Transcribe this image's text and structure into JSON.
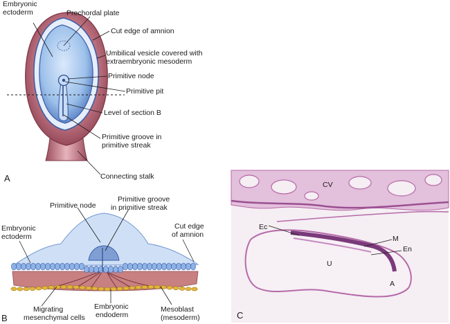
{
  "panel_a": {
    "letter": "A",
    "labels": {
      "embryonic_ectoderm": [
        "Embryonic",
        "ectoderm"
      ],
      "prechordal_plate": "Prechordal plate",
      "cut_edge_amnion": "Cut edge of amnion",
      "umbilical_vesicle": [
        "Umbilical vesicle covered with",
        "extraembryonic mesoderm"
      ],
      "primitive_node": "Primitive node",
      "primitive_pit": "Primitive pit",
      "level_section_b": "Level of section B",
      "primitive_groove": [
        "Primitive groove in",
        "primitive streak"
      ],
      "connecting_stalk": "Connecting stalk"
    }
  },
  "panel_b": {
    "letter": "B",
    "labels": {
      "primitive_node": "Primitive node",
      "primitive_groove": [
        "Primitive groove",
        "in primitive streak"
      ],
      "embryonic_ectoderm": [
        "Embryonic",
        "ectoderm"
      ],
      "cut_edge_amnion": [
        "Cut edge",
        "of amnion"
      ],
      "migrating_cells": [
        "Migrating",
        "mesenchymal cells"
      ],
      "embryonic_endoderm": [
        "Embryonic",
        "endoderm"
      ],
      "mesoblast": [
        "Mesoblast",
        "(mesoderm)"
      ]
    }
  },
  "panel_c": {
    "letter": "C",
    "labels": {
      "cv": "CV",
      "ec": "Ec",
      "m": "M",
      "en": "En",
      "u": "U",
      "a": "A"
    }
  },
  "colors": {
    "vesicle": "#9c4f5e",
    "disc_blue": "#9cc0ea",
    "disc_dark": "#3d5fa8",
    "mesoderm": "#c98080",
    "endoderm": "#e3b53a",
    "histology": "#b56aa8",
    "histology_bg": "#f5eef3"
  }
}
